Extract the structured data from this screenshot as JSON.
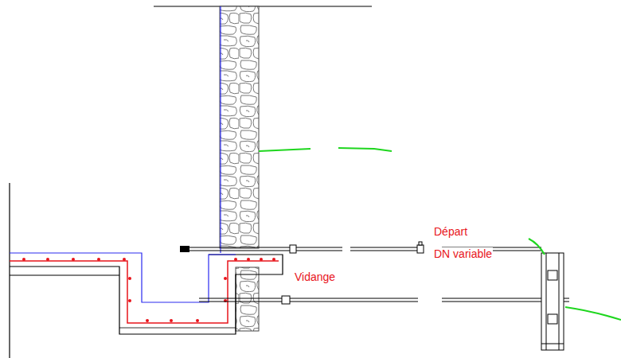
{
  "diagram": {
    "labels": [
      "Départ",
      "DN variable",
      "Vidange"
    ]
  }
}
